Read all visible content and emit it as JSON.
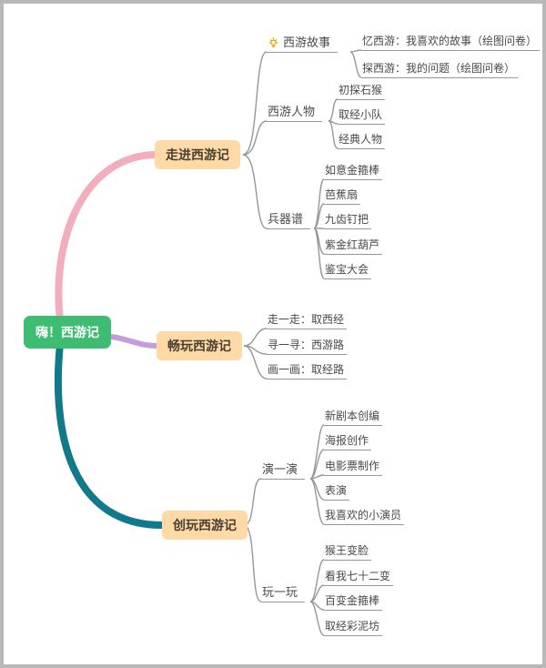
{
  "root": {
    "label": "嗨！西游记",
    "children": [
      {
        "label": "走进西游记",
        "children": [
          {
            "label": "西游故事",
            "icon": "lightbulb-icon",
            "children": [
              {
                "label": "忆西游：我喜欢的故事（绘图问卷）"
              },
              {
                "label": "探西游：我的问题（绘图问卷）"
              }
            ]
          },
          {
            "label": "西游人物",
            "children": [
              {
                "label": "初探石猴"
              },
              {
                "label": "取经小队"
              },
              {
                "label": "经典人物"
              }
            ]
          },
          {
            "label": "兵器谱",
            "children": [
              {
                "label": "如意金箍棒"
              },
              {
                "label": "芭蕉扇"
              },
              {
                "label": "九齿钉把"
              },
              {
                "label": "紫金红葫芦"
              },
              {
                "label": "鉴宝大会"
              }
            ]
          }
        ]
      },
      {
        "label": "畅玩西游记",
        "children": [
          {
            "label": "走一走：取西经"
          },
          {
            "label": "寻一寻：西游路"
          },
          {
            "label": "画一画：取经路"
          }
        ]
      },
      {
        "label": "创玩西游记",
        "children": [
          {
            "label": "演一演",
            "children": [
              {
                "label": "新剧本创编"
              },
              {
                "label": "海报创作"
              },
              {
                "label": "电影票制作"
              },
              {
                "label": "表演"
              },
              {
                "label": "我喜欢的小演员"
              }
            ]
          },
          {
            "label": "玩一玩",
            "children": [
              {
                "label": "猴王变脸"
              },
              {
                "label": "看我七十二变"
              },
              {
                "label": "百变金箍棒"
              },
              {
                "label": "取经彩泥坊"
              }
            ]
          }
        ]
      }
    ]
  },
  "colors": {
    "root_bg": "#3EBD72",
    "topic_bg": "#FFD9A6",
    "branch1": "#F3AEBE",
    "branch2": "#C49BDB",
    "branch3": "#107A8B",
    "line": "#979797",
    "icon": "#F59F00"
  }
}
